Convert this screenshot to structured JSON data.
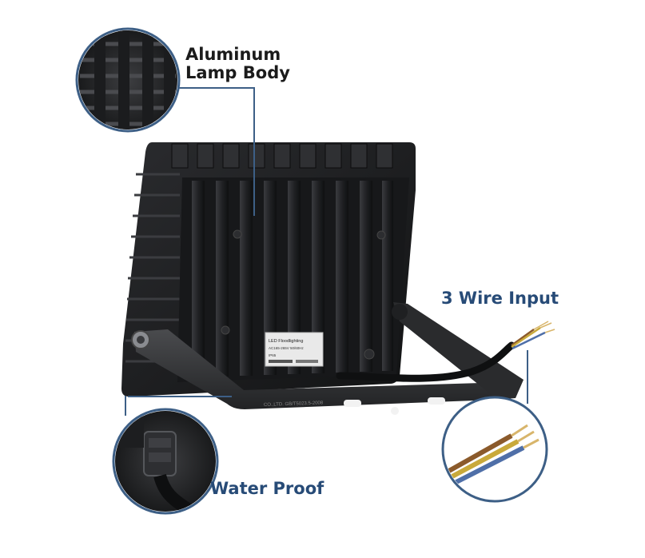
{
  "callouts": {
    "body_line1": "Aluminum",
    "body_line2": "Lamp Body",
    "wire": "3 Wire Input",
    "water": "Water Proof"
  },
  "plate": {
    "title": "LED Floodlighting",
    "line2": "AC165-265V 50/60Hz",
    "line3": "IP65"
  },
  "bracket_text": "CO.,LTD. GB/T5023.5-2008",
  "colors": {
    "label_blue": "#274b77",
    "label_dark": "#1b1b1b",
    "leader_line": "#3d5f86",
    "housing": "#1c1d1f",
    "bracket": "#2e2f31"
  },
  "icons": [
    "inset-heatsink-closeup",
    "inset-cable-gland-closeup",
    "inset-wire-ends-closeup"
  ]
}
